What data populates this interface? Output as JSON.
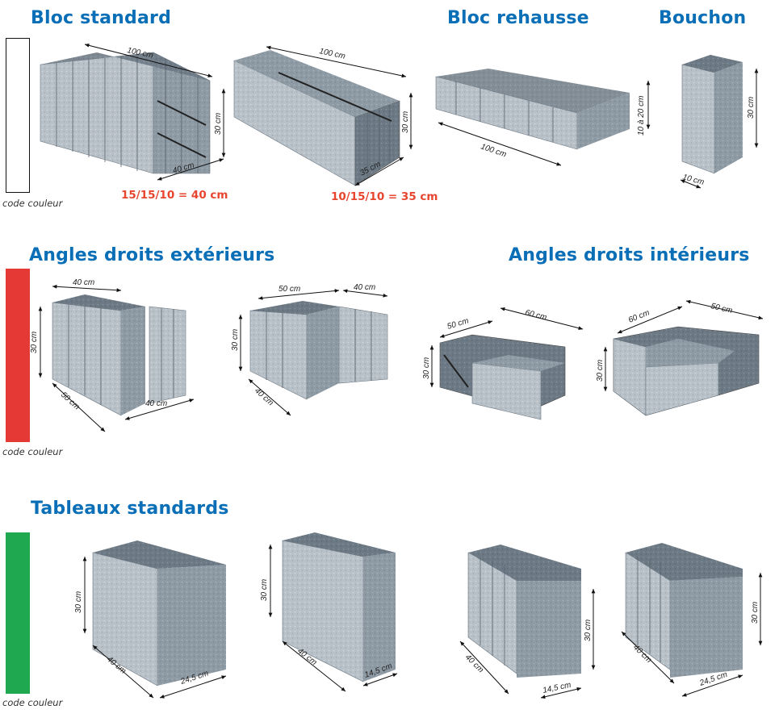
{
  "sections": {
    "standard": {
      "titles": {
        "bloc_standard": "Bloc standard",
        "bloc_rehausse": "Bloc rehausse",
        "bouchon": "Bouchon"
      },
      "swatch_color": "#ffffff",
      "code_label": "code couleur",
      "formulas": {
        "f1": "15/15/10 = 40 cm",
        "f2": "10/15/10 = 35 cm"
      },
      "dims": {
        "a_length": "100 cm",
        "a_height": "30 cm",
        "a_depth": "40 cm",
        "b_length": "100 cm",
        "b_height": "30 cm",
        "b_depth": "35 cm",
        "c_length": "100 cm",
        "c_height": "10 à 20 cm",
        "d_height": "30 cm",
        "d_depth": "10 cm"
      }
    },
    "angles": {
      "titles": {
        "exterieurs": "Angles droits extérieurs",
        "interieurs": "Angles droits intérieurs"
      },
      "swatch_color": "#e53935",
      "code_label": "code couleur",
      "dims": {
        "e1_top": "40 cm",
        "e1_height": "30 cm",
        "e1_side": "50 cm",
        "e1_front": "40 cm",
        "e2_top": "50 cm",
        "e2_top2": "40 cm",
        "e2_height": "30 cm",
        "e2_side": "40 cm",
        "i1_a": "50 cm",
        "i1_b": "60 cm",
        "i1_height": "30 cm",
        "i2_a": "60 cm",
        "i2_b": "50 cm",
        "i2_height": "30 cm"
      }
    },
    "tableaux": {
      "title": "Tableaux standards",
      "swatch_color": "#1fa84f",
      "code_label": "code couleur",
      "dims": {
        "t1_height": "30 cm",
        "t1_side": "40 cm",
        "t1_front": "24,5 cm",
        "t2_height": "30 cm",
        "t2_side": "40 cm",
        "t2_front": "14,5 cm",
        "t3_side": "40 cm",
        "t3_height": "30 cm",
        "t3_front": "14,5 cm",
        "t4_height": "30 cm",
        "t4_side": "40 cm",
        "t4_front": "24,5 cm"
      }
    }
  }
}
